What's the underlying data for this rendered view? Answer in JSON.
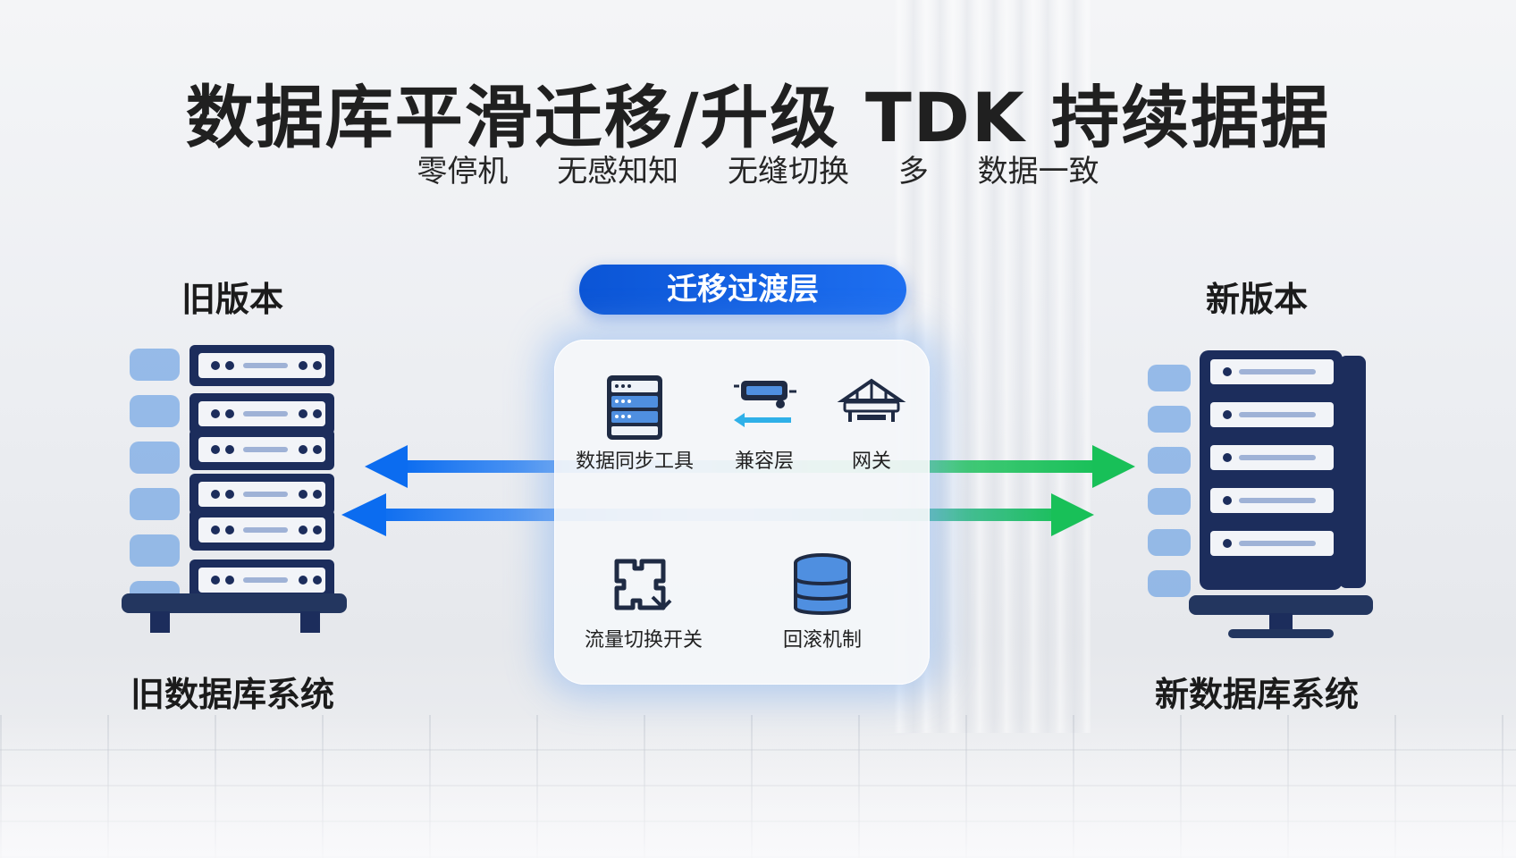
{
  "title": "数据库平滑迁移/升级 TDK 持续据据",
  "subtitle": [
    "零停机",
    "无感知知",
    "无缝切换",
    "多",
    "数据一致"
  ],
  "left": {
    "top_label": "旧版本",
    "bottom_label": "旧数据库系统"
  },
  "right": {
    "top_label": "新版本",
    "bottom_label": "新数据库系统"
  },
  "middle": {
    "badge": "迁移过渡层",
    "tools": [
      {
        "label": "数据同步工具",
        "icon": "server-stack-icon"
      },
      {
        "label": "兼容层",
        "icon": "layers-swap-icon"
      },
      {
        "label": "网关",
        "icon": "gateway-icon"
      },
      {
        "label": "流量切换开关",
        "icon": "switch-puzzle-icon"
      },
      {
        "label": "回滚机制",
        "icon": "database-icon"
      }
    ]
  },
  "colors": {
    "blue": "#0b6cf0",
    "green": "#18c058",
    "navy": "#1c2d5c"
  }
}
